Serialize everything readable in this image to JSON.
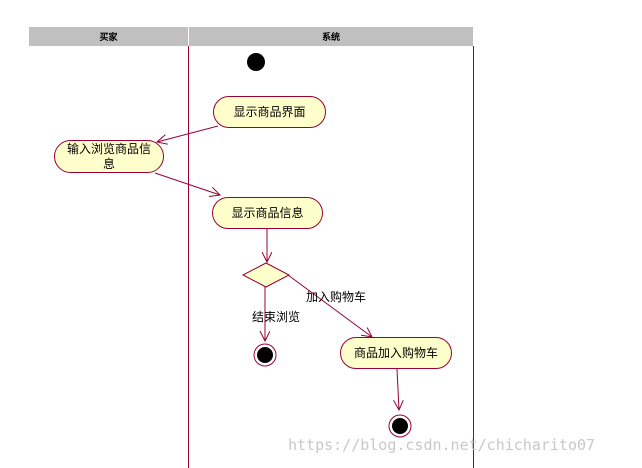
{
  "lanes": {
    "buyer": "买家",
    "system": "系统"
  },
  "nodes": {
    "show_product_ui": "显示商品界面",
    "input_browse": "输入浏览商品信息",
    "show_product_info": "显示商品信息",
    "add_to_cart_action": "商品加入购物车"
  },
  "edges": {
    "add_to_cart": "加入购物车",
    "end_browse": "结束浏览"
  },
  "watermark": "https://blog.csdn.net/chicharito07",
  "colors": {
    "node_fill": "#ffffcc",
    "stroke": "#990033",
    "lane_header": "#c0c0c0"
  }
}
